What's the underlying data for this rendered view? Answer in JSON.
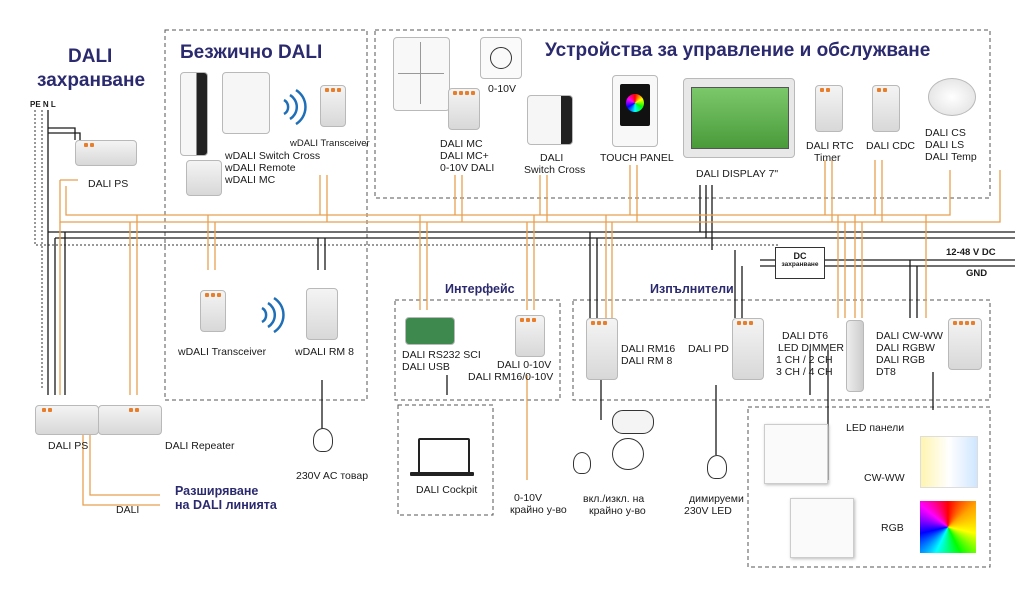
{
  "sections": {
    "dali_backup": {
      "title_line1": "DALI",
      "title_line2": "захранване"
    },
    "wireless": {
      "title": "Безжично DALI"
    },
    "control": {
      "title": "Устройства за управление и обслужване"
    },
    "interface": {
      "title": "Интерфейс"
    },
    "actuators": {
      "title": "Изпълнители"
    }
  },
  "mains": {
    "label": "PE N L"
  },
  "bus": {
    "dc_box_line1": "DC",
    "dc_box_line2": "захранване",
    "dc_label": "12-48 V DC",
    "gnd_label": "GND"
  },
  "devices": {
    "dali_ps_top": "DALI PS",
    "wdali_transceiver_top": "wDALI Transceiver",
    "wdali_group": [
      "wDALI Switch Cross",
      "wDALI Remote",
      "wDALI MC"
    ],
    "dali_mc": [
      "DALI MC",
      "DALI MC+",
      "0-10V DALI"
    ],
    "dimmer_knob": "0-10V",
    "dali_switch_cross": [
      "DALI",
      "Switch Cross"
    ],
    "touch_panel": "TOUCH PANEL",
    "dali_display": "DALI DISPLAY 7\"",
    "dali_rtc": [
      "DALI RTC",
      "Timer"
    ],
    "dali_cdc": "DALI CDC",
    "dali_sensors": [
      "DALI CS",
      "DALI LS",
      "DALI Temp"
    ],
    "wdali_transceiver_mid": "wDALI Transceiver",
    "wdali_rm8": "wDALI RM 8",
    "load_230v": "230V AC товар",
    "dali_rs232": [
      "DALI RS232 SCI",
      "DALI USB"
    ],
    "dali_010v": [
      "DALI 0-10V",
      "DALI RM16/0-10V"
    ],
    "dali_cockpit": "DALI Cockpit",
    "out_010v": [
      "0-10V",
      "крайно у-во"
    ],
    "dali_rm16": [
      "DALI RM16",
      "DALI RM 8"
    ],
    "onoff_load": [
      "вкл./изкл. на",
      "крайно у-во"
    ],
    "dali_pd": "DALI PD",
    "dim_led": [
      "димируеми",
      "230V LED"
    ],
    "dali_dt6": [
      "DALI DT6",
      "LED DIMMER",
      "1 CH / 2 CH",
      "3 CH / 4 CH"
    ],
    "dali_cwww": [
      "DALI CW-WW",
      "DALI RGBW",
      "DALI RGB",
      "DT8"
    ],
    "led_panels": "LED панели",
    "cw_ww": "CW-WW",
    "rgb": "RGB",
    "dali_ps_bottom": "DALI PS",
    "dali_repeater": "DALI Repeater",
    "extension": [
      "Разширяване",
      "на DALI линията"
    ],
    "dali_line": "DALI"
  },
  "colors": {
    "title": "#2b2a6e",
    "dali_bus": "#e8a050",
    "power": "#1a1a1a",
    "dashed_border": "#555555",
    "terminal": "#e87d2a",
    "wifi": "#1f6fb8"
  }
}
